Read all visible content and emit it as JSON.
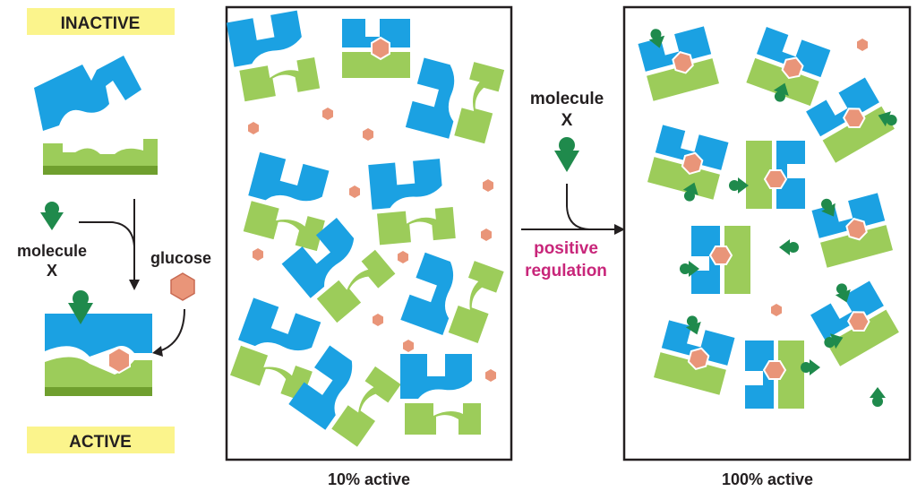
{
  "labels": {
    "inactive": "INACTIVE",
    "active": "ACTIVE",
    "molecule_left_line1": "molecule",
    "molecule_left_line2": "X",
    "glucose": "glucose",
    "molecule_mid_line1": "molecule",
    "molecule_mid_line2": "X",
    "positive_line1": "positive",
    "positive_line2": "regulation",
    "panel_left_caption": "10% active",
    "panel_right_caption": "100% active"
  },
  "colors": {
    "blue": "#1ba1e2",
    "blue_dark": "#1382c4",
    "green": "#9ccc5a",
    "green_dark": "#6f9f2e",
    "glucose": "#e99579",
    "glucose_stroke": "#c86a52",
    "activator": "#1f8a4c",
    "tag_bg": "#fbf48c",
    "regulation": "#c8267a",
    "frame": "#231f20"
  },
  "panels": {
    "left_active_percent": 10,
    "right_active_percent": 100
  }
}
